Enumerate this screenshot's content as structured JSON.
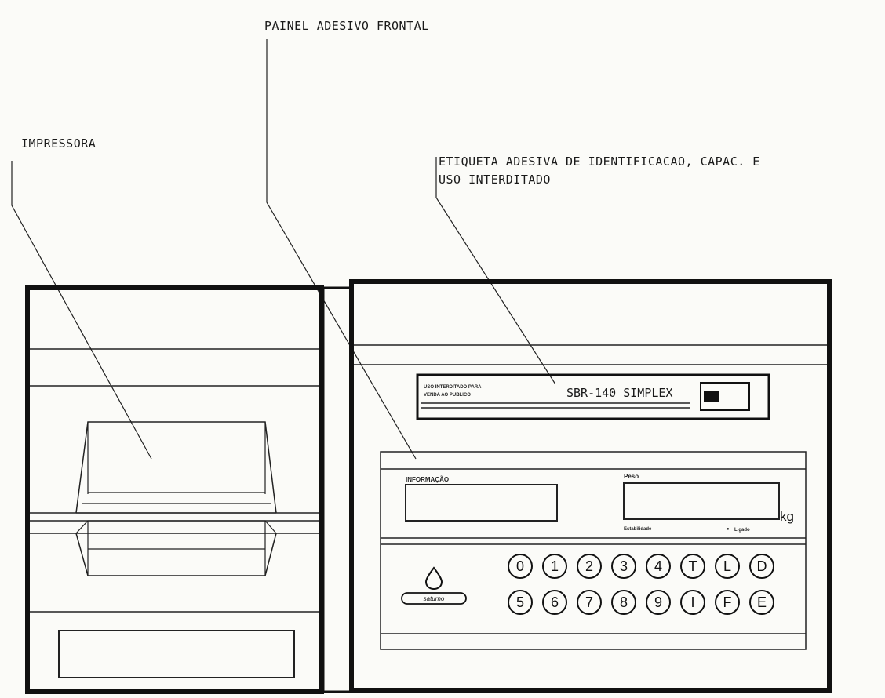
{
  "callouts": {
    "front_panel": "PAINEL ADESIVO FRONTAL",
    "printer": "IMPRESSORA",
    "label_line1": "ETIQUETA ADESIVA DE IDENTIFICACAO, CAPAC. E",
    "label_line2": "USO INTERDITADO"
  },
  "id_label": {
    "restriction_line1": "USO INTERDITADO PARA",
    "restriction_line2": "VENDA AO PUBLICO",
    "model": "SBR-140 SIMPLEX"
  },
  "display_panel": {
    "info_label": "INFORMAÇÃO",
    "weight_label": "Peso",
    "unit": "kg",
    "stability_label": "Estabilidade",
    "power_label": "Ligado"
  },
  "keypad": {
    "brand": "saturno",
    "row1": [
      "0",
      "1",
      "2",
      "3",
      "4",
      "T",
      "L",
      "D"
    ],
    "row2": [
      "5",
      "6",
      "7",
      "8",
      "9",
      "I",
      "F",
      "E"
    ]
  }
}
